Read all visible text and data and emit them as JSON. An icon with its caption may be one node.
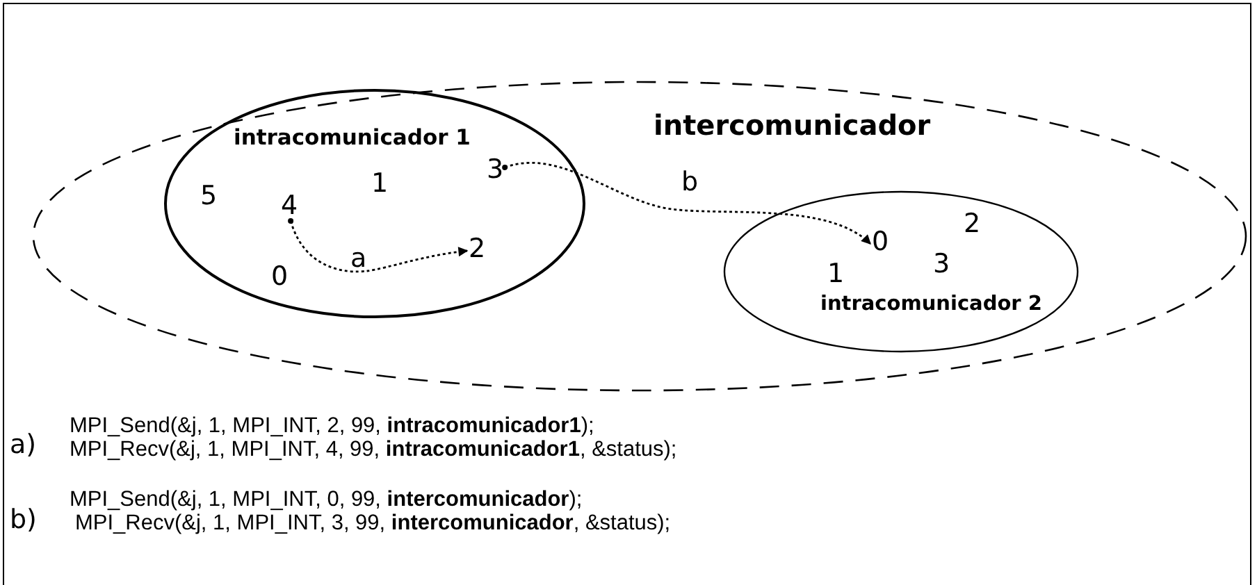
{
  "diagram": {
    "nodes": [
      {
        "text": [
          "intercomunicador"
        ]
      },
      {
        "text": [
          "intracomunicador 1"
        ],
        "in": 0
      },
      {
        "text": [
          "4"
        ],
        "in": 1
      },
      {
        "text": [
          "3"
        ],
        "in": 1
      },
      {
        "text": [
          "2"
        ],
        "in": 1
      },
      {
        "text": [
          "intracomunicador 2"
        ],
        "in": 0
      },
      {
        "text": [
          "0"
        ],
        "in": 5
      }
    ],
    "edges": [
      {
        "from": 2,
        "to": 4,
        "arrow": "to",
        "label": "a",
        "style": "dashed"
      },
      {
        "from": 3,
        "to": 6,
        "arrow": "to",
        "label": "b",
        "style": "dashed"
      }
    ],
    "labels": [
      "1",
      "5",
      "0",
      "2",
      "1",
      "3",
      "a)",
      "MPI_Send(&j, 1, MPI_INT, 2, 99, **intracomunicador1**);",
      "MPI_Recv(&j, 1, MPI_INT, 4, 99, **intracomunicador1**, &status);",
      "b)",
      "MPI_Send(&j, 1, MPI_INT, 0, 99, **intercomunicador**);",
      "MPI_Recv(&j, 1, MPI_INT, 3, 99, **intercomunicador**, &status);"
    ]
  }
}
